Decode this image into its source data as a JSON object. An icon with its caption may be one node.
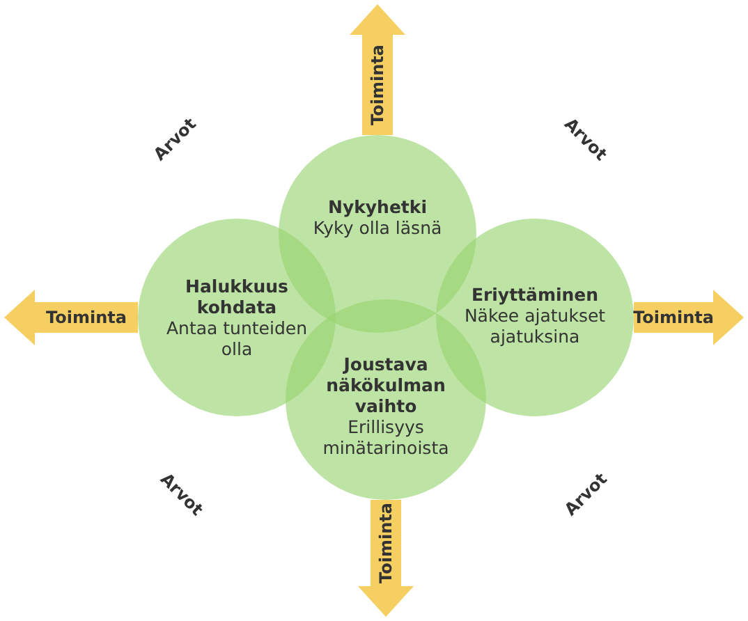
{
  "diagram": {
    "nodes": [
      {
        "text": [
          "Nykyhetki",
          "Kyky olla läsnä"
        ]
      },
      {
        "text": [
          "Halukkuus kohdata",
          "Antaa tunteiden olla"
        ]
      },
      {
        "text": [
          "Eriyttäminen",
          "Näkee ajatukset ajatuksina"
        ]
      },
      {
        "text": [
          "Joustava näkökulman vaihto",
          "Erillisyys minätarinoista"
        ]
      }
    ],
    "edges": [
      {
        "from": 0,
        "to": null,
        "arrow": "to",
        "label": "Toiminta"
      },
      {
        "from": 1,
        "to": null,
        "arrow": "to",
        "label": "Toiminta"
      },
      {
        "from": 2,
        "to": null,
        "arrow": "to",
        "label": "Toiminta"
      },
      {
        "from": 3,
        "to": null,
        "arrow": "to",
        "label": "Toiminta"
      }
    ],
    "labels": [
      "Arvot",
      "Arvot",
      "Arvot",
      "Arvot"
    ]
  }
}
